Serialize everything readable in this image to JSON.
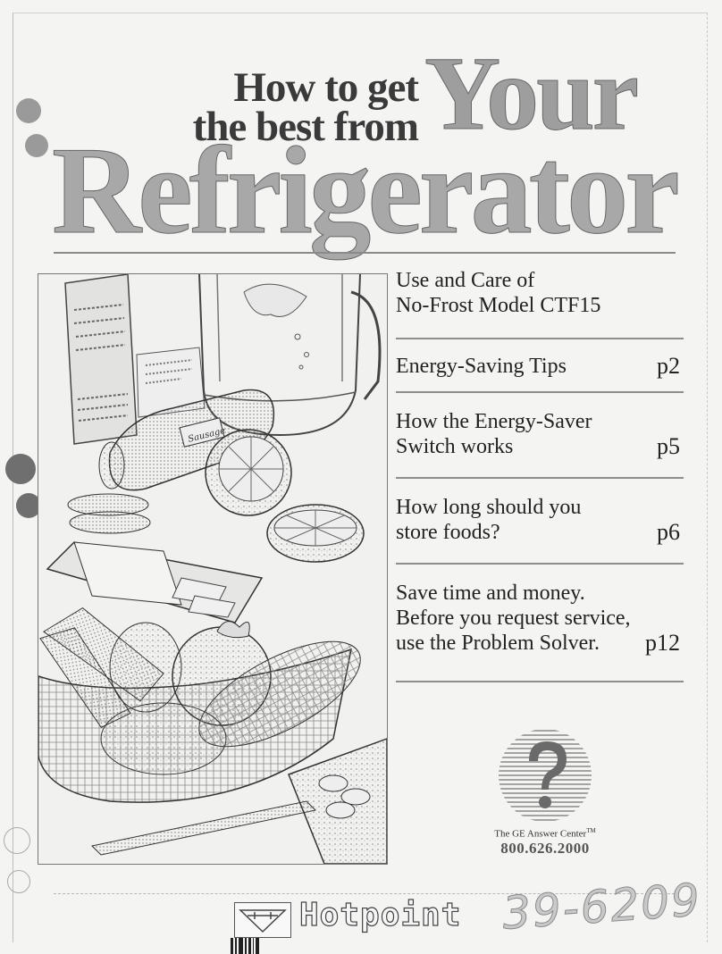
{
  "title": {
    "line1": "How to get",
    "line2": "the best from",
    "your": "Your",
    "refrigerator": "Refrigerator"
  },
  "toc": [
    {
      "lines": [
        "Use and Care of",
        "No-Frost Model CTF15"
      ],
      "page": ""
    },
    {
      "lines": [
        "Energy-Saving Tips"
      ],
      "page": "p2"
    },
    {
      "lines": [
        "How the Energy-Saver",
        "Switch works"
      ],
      "page": "p5"
    },
    {
      "lines": [
        "How long should you",
        "store foods?"
      ],
      "page": "p6"
    },
    {
      "lines": [
        "Save time and money.",
        "Before you request service,",
        "use the Problem Solver."
      ],
      "page": "p12"
    }
  ],
  "illustration": {
    "sausage_label": "Sausage"
  },
  "answer_center": {
    "label": "The GE Answer Center",
    "tm": "TM",
    "phone": "800.626.2000"
  },
  "brand": {
    "name": "Hotpoint",
    "handwritten_number": "39-6209"
  }
}
